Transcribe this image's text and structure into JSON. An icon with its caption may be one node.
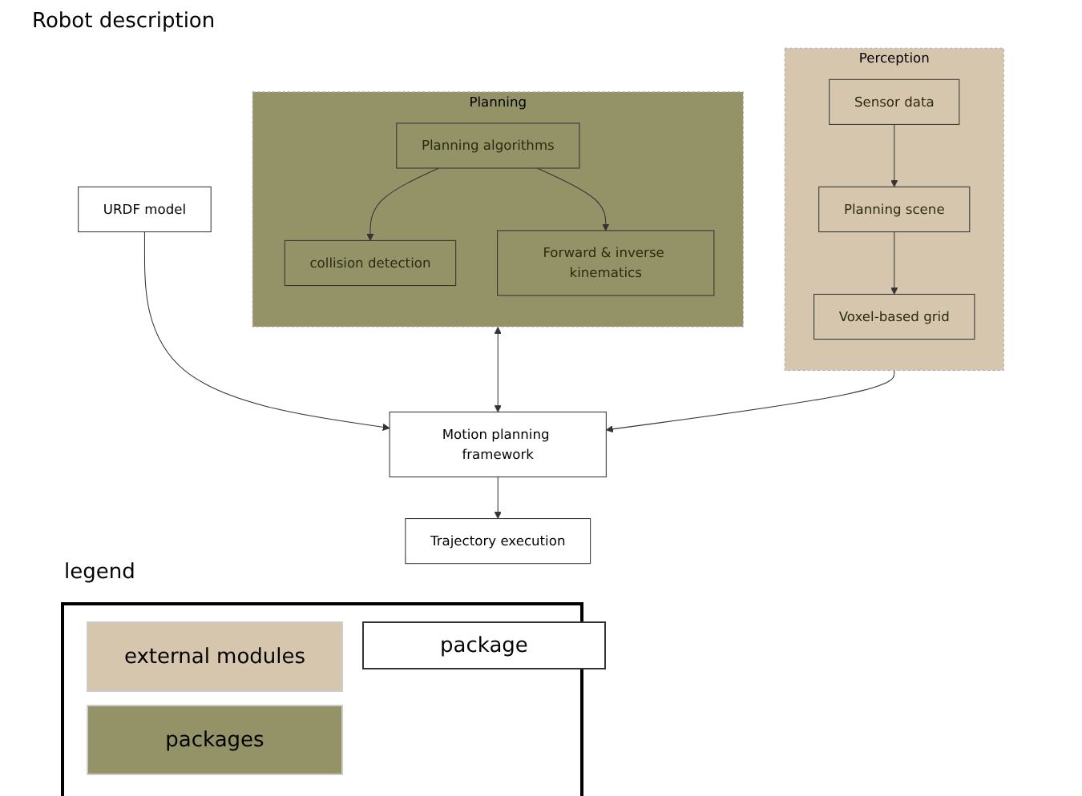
{
  "diagram": {
    "nodes": [
      {
        "text": [
          "Planning"
        ]
      },
      {
        "text": [
          "Planning algorithms"
        ],
        "in": 0
      },
      {
        "text": [
          "collision detection"
        ],
        "in": 0
      },
      {
        "text": [
          "Forward & inverse kinematics"
        ],
        "in": 0
      },
      {
        "text": [
          "URDF model"
        ]
      },
      {
        "text": [
          "Motion planning framework"
        ]
      },
      {
        "text": [
          "Trajectory execution"
        ]
      },
      {
        "text": [
          "Perception"
        ]
      },
      {
        "text": [
          "Sensor data"
        ],
        "in": 7
      },
      {
        "text": [
          "Planning scene"
        ],
        "in": 7
      },
      {
        "text": [
          "Voxel-based grid"
        ],
        "in": 7
      }
    ],
    "edges": [
      {
        "from": 1,
        "to": 2,
        "arrow": "to"
      },
      {
        "from": 1,
        "to": 3,
        "arrow": "to"
      },
      {
        "from": 4,
        "to": 5,
        "arrow": "to"
      },
      {
        "from": 0,
        "to": 5,
        "arrow": "both"
      },
      {
        "from": 7,
        "to": 5,
        "arrow": "to"
      },
      {
        "from": 5,
        "to": 6,
        "arrow": "to"
      },
      {
        "from": 8,
        "to": 9,
        "arrow": "to"
      },
      {
        "from": 9,
        "to": 10,
        "arrow": "to"
      }
    ],
    "labels": [
      "Robot description",
      "legend"
    ],
    "legend": [
      {
        "text": "external modules",
        "color": "#d7c6ae"
      },
      {
        "text": "packages",
        "color": "#939367"
      },
      {
        "text": "package",
        "color": "#ffffff"
      }
    ]
  }
}
